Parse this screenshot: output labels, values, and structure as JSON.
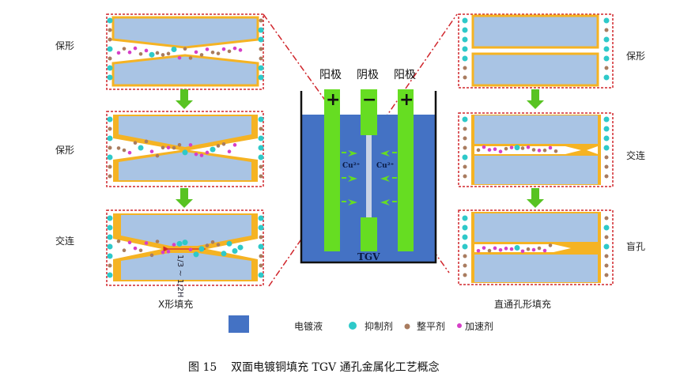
{
  "left_column": {
    "stage_labels": [
      "保形",
      "保形",
      "交连"
    ],
    "caption": "X形填充",
    "dimension_label": "1/3 ~ 1/2H"
  },
  "right_column": {
    "stage_labels": [
      "保形",
      "交连",
      "盲孔"
    ],
    "caption": "直通孔形填充"
  },
  "center": {
    "electrode_labels": [
      "阳极",
      "阴极",
      "阳极"
    ],
    "polarity": [
      "+",
      "−",
      "+"
    ],
    "ion_label": "Cu²⁺",
    "substrate_label": "TGV"
  },
  "legend": {
    "items": [
      {
        "label": "电镀液",
        "color": "#4472c4"
      },
      {
        "label": "抑制剂",
        "color": "#2ec9c9"
      },
      {
        "label": "整平剂",
        "color": "#a97c5f"
      },
      {
        "label": "加速剂",
        "color": "#d63fc7"
      }
    ]
  },
  "figure_caption": "图 15    双面电镀铜填充 TGV 通孔金属化工艺概念",
  "colors": {
    "plate": "#a9c4e4",
    "copper": "#f5b323",
    "arrow": "#58c322",
    "frame": "#d0262c",
    "electrode": "#66dd22",
    "liquid": "#4472c4"
  }
}
